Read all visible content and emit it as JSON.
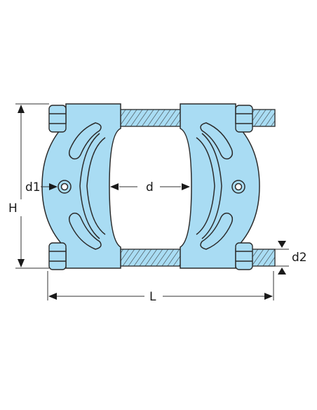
{
  "diagram": {
    "labels": {
      "height": "H",
      "length": "L",
      "inner_diameter": "d",
      "hole_diameter": "d1",
      "bolt_diameter": "d2"
    },
    "colors": {
      "body_fill": "#a9dcf3",
      "outline": "#2b2b2b",
      "dimension_line": "#333333",
      "background": "#ffffff"
    }
  }
}
